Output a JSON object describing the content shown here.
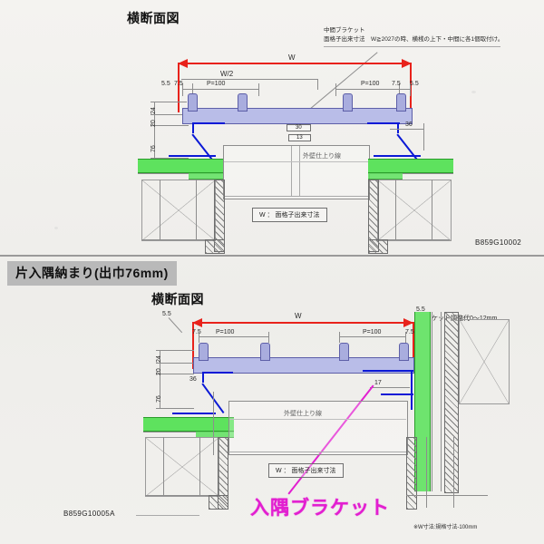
{
  "document": {
    "kind": "architectural-cross-section-drawing",
    "accent_red": "#e8221b",
    "accent_blue": "#0b19d6",
    "accent_green": "#5ee25e",
    "accent_magenta": "#e21fd0",
    "bar_fill": "#b9bde8"
  },
  "top_panel": {
    "title": "横断面図",
    "drawing_no": "B859G10002",
    "callout": {
      "line1": "中間ブラケット",
      "line2": "面格子出来寸法　W≧2027の時、横桟の上下・中間に各1個取付け。"
    },
    "dimensions": {
      "overall": "W",
      "half": "W/2",
      "edge_left_outer": "5.5",
      "edge_left_inner": "7.5",
      "pitch_left": "P=100",
      "pitch_right": "P=100",
      "edge_right_inner": "7.5",
      "edge_right_outer": "5.5",
      "height_24": "24",
      "height_20": "20",
      "height_76": "76",
      "depth_36": "36",
      "center_30": "30",
      "center_13": "13"
    },
    "annotations": {
      "wall_finish_line": "外壁仕上り線"
    },
    "legend": "W ：  面格子出来寸法"
  },
  "bottom_panel": {
    "banner": "片入隅納まり(出巾76mm)",
    "title": "横断面図",
    "drawing_no": "B859G10005A",
    "dimensions": {
      "overall": "W",
      "edge_left_outer": "5.5",
      "edge_left_inner": "7.5",
      "pitch_left": "P=100",
      "pitch_right": "P=100",
      "edge_right_inner": "7.5",
      "bracket_adjust_dim": "5.5",
      "height_24": "24",
      "height_20": "20",
      "height_76": "76",
      "depth_36": "36",
      "depth_17": "17"
    },
    "annotations": {
      "bracket_adjust": "ブラケット調整代0～12mm",
      "wall_finish_line": "外壁仕上り線",
      "corner_bracket": "入隅ブラケット",
      "footnote": "※W寸法:規格寸法-100mm"
    },
    "legend": "W ：  面格子出来寸法"
  }
}
